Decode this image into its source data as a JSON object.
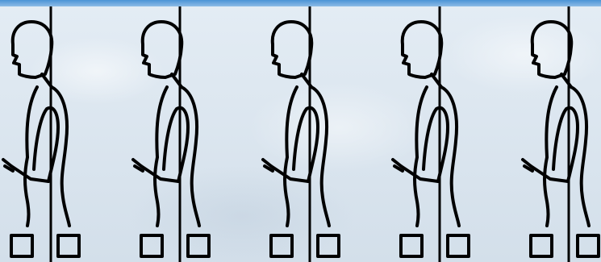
{
  "panel": {
    "background_color": "#dfe9f2",
    "top_bar_color": "#5a9ad8",
    "figure_stroke_color": "#000000",
    "figure_count": 5,
    "figures": [
      {
        "id": "posture-figure-1",
        "icon": "person-profile-icon"
      },
      {
        "id": "posture-figure-2",
        "icon": "person-profile-icon"
      },
      {
        "id": "posture-figure-3",
        "icon": "person-profile-icon"
      },
      {
        "id": "posture-figure-4",
        "icon": "person-profile-icon"
      },
      {
        "id": "posture-figure-5",
        "icon": "person-profile-icon"
      }
    ]
  }
}
